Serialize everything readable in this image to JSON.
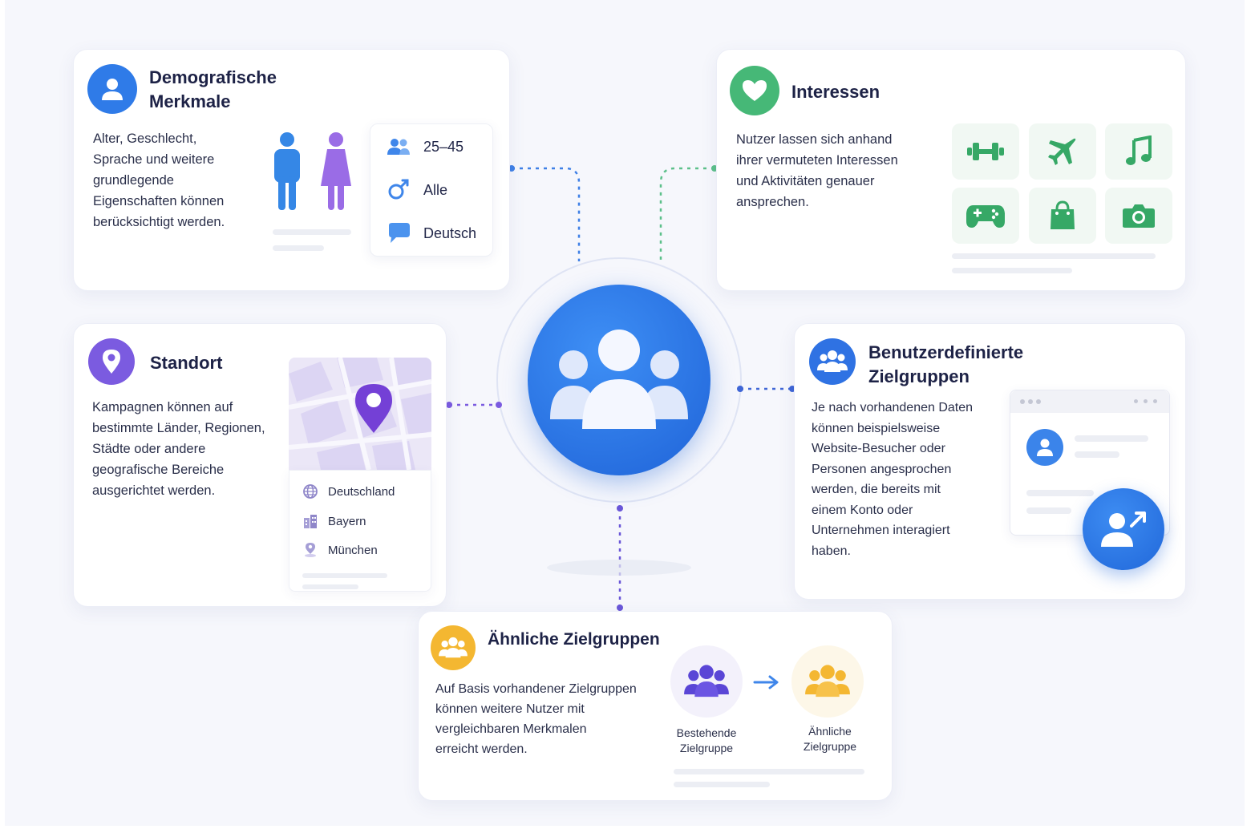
{
  "colors": {
    "blue": "#2f7be8",
    "green": "#46b877",
    "purple": "#7b5be0",
    "yellow": "#f4b731"
  },
  "center": {
    "icon": "audience-group-icon"
  },
  "demographics": {
    "title": "Demografische Merkmale",
    "title_line1": "Demografische",
    "title_line2": "Merkmale",
    "lines": [
      "Alter, Geschlecht,",
      "Sprache und weitere",
      "grundlegende",
      "Eigenschaften können",
      "berücksichtigt werden."
    ],
    "attributes": [
      {
        "icon": "users-icon",
        "label": "25–45"
      },
      {
        "icon": "gender-icon",
        "label": "Alle"
      },
      {
        "icon": "speech-bubble-icon",
        "label": "Deutsch"
      }
    ]
  },
  "interests": {
    "title": "Interessen",
    "lines": [
      "Nutzer lassen sich anhand",
      "ihrer vermuteten Interessen",
      "und Aktivitäten genauer",
      "ansprechen."
    ],
    "icons": [
      "dumbbell-icon",
      "airplane-icon",
      "music-note-icon",
      "gamepad-icon",
      "shopping-bag-icon",
      "camera-icon"
    ]
  },
  "location": {
    "title": "Standort",
    "lines": [
      "Kampagnen können auf",
      "bestimmte Länder, Regionen,",
      "Städte oder andere",
      "geografische Bereiche",
      "ausgerichtet werden."
    ],
    "places": [
      {
        "icon": "globe-icon",
        "label": "Deutschland"
      },
      {
        "icon": "buildings-icon",
        "label": "Bayern"
      },
      {
        "icon": "map-pin-icon",
        "label": "München"
      }
    ]
  },
  "custom": {
    "title_line1": "Benutzerdefinierte",
    "title_line2": "Zielgruppen",
    "lines": [
      "Je nach vorhandenen Daten",
      "können beispielsweise",
      "Website-Besucher oder",
      "Personen angesprochen",
      "werden, die bereits mit",
      "einem Konto oder",
      "Unternehmen interagiert",
      "haben."
    ]
  },
  "similar": {
    "title": "Ähnliche Zielgruppen",
    "lines": [
      "Auf Basis vorhandener Zielgruppen",
      "können weitere Nutzer mit",
      "vergleichbaren Merkmalen",
      "erreicht werden."
    ],
    "existing_line1": "Bestehende",
    "existing_line2": "Zielgruppe",
    "lookalike_line1": "Ähnliche",
    "lookalike_line2": "Zielgruppe"
  }
}
